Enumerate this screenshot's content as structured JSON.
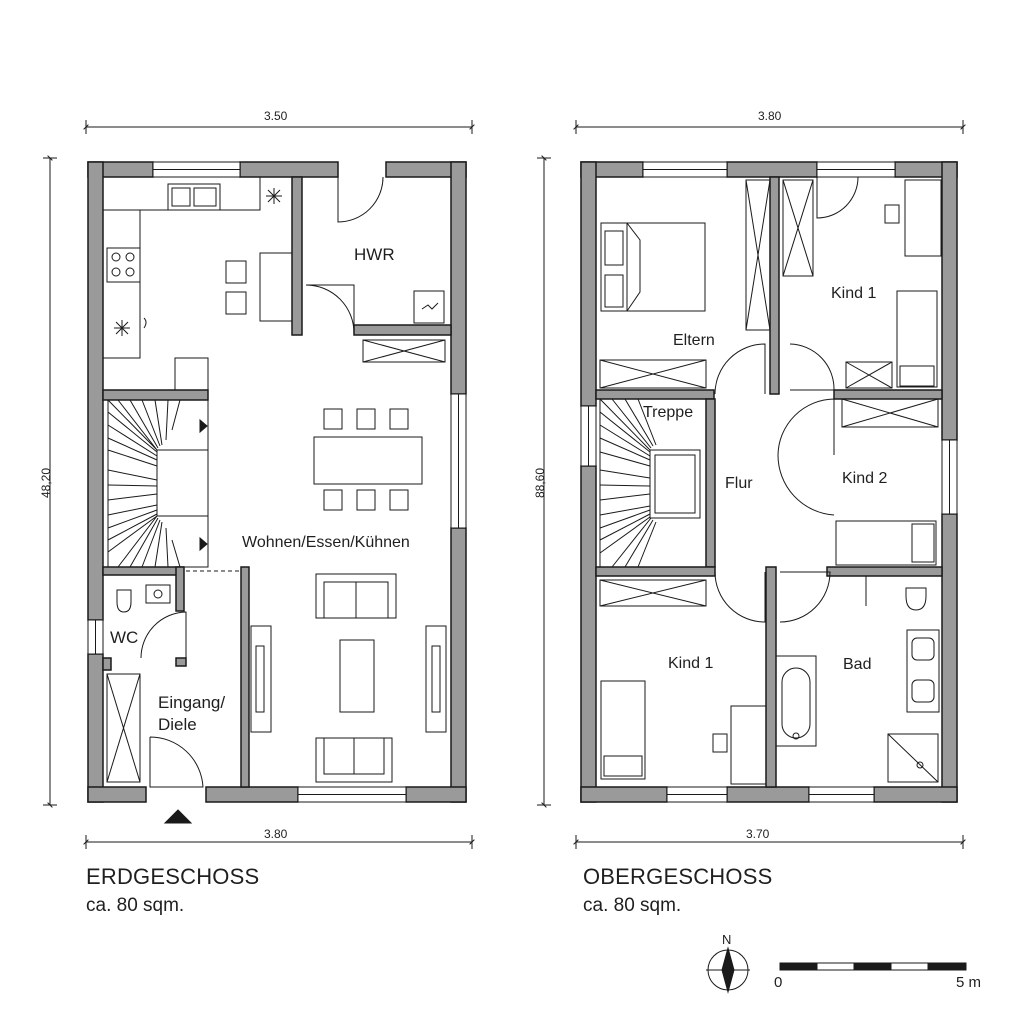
{
  "ground_floor": {
    "title": "ERDGESCHOSS",
    "area": "ca. 80 sqm.",
    "dim_top": "3.50",
    "dim_bottom": "3.80",
    "dim_left": "48,20",
    "rooms": {
      "hwr": "HWR",
      "living": "Wohnen/Essen/Kühnen",
      "wc": "WC",
      "entry_line1": "Eingang/",
      "entry_line2": "Diele"
    }
  },
  "upper_floor": {
    "title": "OBERGESCHOSS",
    "area": "ca. 80 sqm.",
    "dim_top": "3.80",
    "dim_bottom": "3.70",
    "dim_left": "88,60",
    "rooms": {
      "eltern": "Eltern",
      "kind1_top": "Kind 1",
      "treppe": "Treppe",
      "flur": "Flur",
      "kind2": "Kind 2",
      "kind1_bottom": "Kind 1",
      "bad": "Bad"
    }
  },
  "north_arrow": {
    "label": "N"
  },
  "scale_bar": {
    "start_label": "0",
    "end_label": "5 m"
  },
  "colors": {
    "wall_fill": "#9a9a9a",
    "wall_stroke": "#1a1a1a",
    "line": "#2a2a2a"
  }
}
